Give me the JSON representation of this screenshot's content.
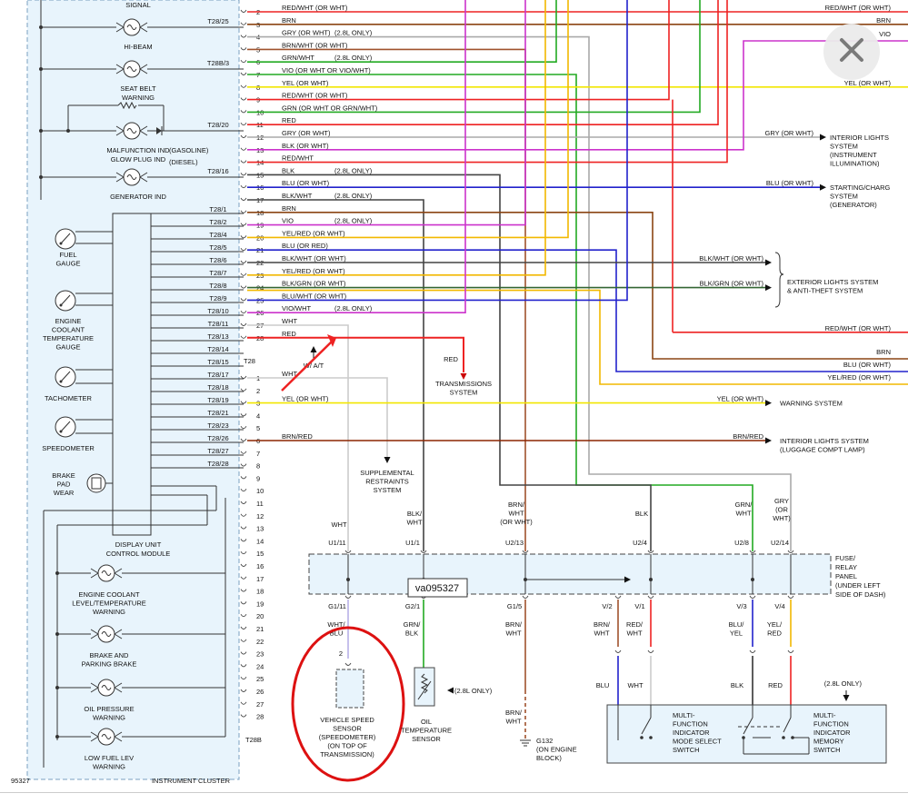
{
  "diagram": {
    "cluster": {
      "title": "INSTRUMENT CLUSTER",
      "footnote": "95327",
      "display_unit": "DISPLAY UNIT\nCONTROL MODULE",
      "lamps": [
        {
          "label": "SIGNAL",
          "pin": ""
        },
        {
          "label": "HI-BEAM",
          "pin": "T28/25"
        },
        {
          "label": "SEAT BELT\nWARNING",
          "pin": "T28B/3"
        },
        {
          "label": "MALFUNCTION IND\nGLOW PLUG IND",
          "pin": "T28/20",
          "notes": "(GASOLINE)\n(DIESEL)"
        },
        {
          "label": "GENERATOR IND",
          "pin": "T28/16"
        }
      ],
      "gauges": [
        "FUEL\nGAUGE",
        "ENGINE\nCOOLANT\nTEMPERATURE\nGAUGE",
        "TACHOMETER",
        "SPEEDOMETER",
        "BRAKE\nPAD\nWEAR"
      ],
      "lower_lamps": [
        "ENGINE COOLANT\nLEVEL/TEMPERATURE\nWARNING",
        "BRAKE AND\nPARKING BRAKE",
        "OIL PRESSURE\nWARNING",
        "LOW FUEL LEV\nWARNING"
      ],
      "t28_pins": [
        "T28/1",
        "T28/2",
        "T28/4",
        "T28/5",
        "T28/6",
        "T28/7",
        "T28/8",
        "T28/9",
        "T28/10",
        "T28/11",
        "T28/13",
        "T28/14",
        "T28/15",
        "T28/17",
        "T28/18",
        "T28/19",
        "T28/21",
        "T28/23",
        "T28/26",
        "T28/27",
        "T28/28"
      ]
    },
    "connector_t28": {
      "label": "T28",
      "wires": [
        {
          "n": "2",
          "label": "RED/WHT (OR WHT)",
          "note": "",
          "color": "#ee2222"
        },
        {
          "n": "3",
          "label": "BRN",
          "note": "",
          "color": "#8b4513"
        },
        {
          "n": "4",
          "label": "GRY (OR WHT)",
          "note": "(2.8L ONLY)",
          "color": "#aaaaaa"
        },
        {
          "n": "5",
          "label": "BRN/WHT (OR WHT)",
          "note": "",
          "color": "#a0522d"
        },
        {
          "n": "6",
          "label": "GRN/WHT",
          "note": "(2.8L ONLY)",
          "color": "#22aa22"
        },
        {
          "n": "7",
          "label": "VIO (OR WHT OR VIO/WHT)",
          "note": "",
          "color": "#cc33cc"
        },
        {
          "n": "8",
          "label": "YEL (OR WHT)",
          "note": "",
          "color": "#f2e600"
        },
        {
          "n": "9",
          "label": "RED/WHT (OR WHT)",
          "note": "",
          "color": "#ee2222"
        },
        {
          "n": "11",
          "label": "RED",
          "note": "",
          "color": "#ee2222"
        },
        {
          "n": "10",
          "label": "GRN (OR WHT OR GRN/WHT)",
          "note": "",
          "color": "#22aa22"
        },
        {
          "n": "12",
          "label": "GRY (OR WHT)",
          "note": "",
          "color": "#aaaaaa"
        },
        {
          "n": "13",
          "label": "BLK (OR WHT)",
          "note": "",
          "color": "#222222"
        },
        {
          "n": "14",
          "label": "RED/WHT",
          "note": "",
          "color": "#ee2222"
        },
        {
          "n": "15",
          "label": "BLK",
          "note": "(2.8L ONLY)",
          "color": "#222222"
        },
        {
          "n": "16",
          "label": "BLU (OR WHT)",
          "note": "",
          "color": "#2222cc"
        },
        {
          "n": "17",
          "label": "BLK/WHT",
          "note": "(2.8L ONLY)",
          "color": "#444444"
        },
        {
          "n": "18",
          "label": "BRN",
          "note": "",
          "color": "#8b4513"
        },
        {
          "n": "19",
          "label": "VIO",
          "note": "(2.8L ONLY)",
          "color": "#cc33cc"
        },
        {
          "n": "20",
          "label": "YEL/RED (OR WHT)",
          "note": "",
          "color": "#f2b800"
        },
        {
          "n": "21",
          "label": "BLU (OR RED)",
          "note": "",
          "color": "#2222cc"
        },
        {
          "n": "22",
          "label": "BLK/WHT (OR WHT)",
          "note": "",
          "color": "#444444"
        },
        {
          "n": "23",
          "label": "YEL/RED (OR WHT)",
          "note": "",
          "color": "#f2b800"
        },
        {
          "n": "24",
          "label": "BLK/GRN (OR WHT)",
          "note": "",
          "color": "#336633"
        },
        {
          "n": "25",
          "label": "BLU/WHT (OR WHT)",
          "note": "",
          "color": "#2222cc"
        },
        {
          "n": "26",
          "label": "VIO/WHT",
          "note": "(2.8L ONLY)",
          "color": "#cc33cc"
        },
        {
          "n": "27",
          "label": "WHT",
          "note": "",
          "color": "#cccccc"
        },
        {
          "n": "28",
          "label": "RED",
          "note": "",
          "color": "#ee2222"
        }
      ],
      "note_wat": "W/ A/T"
    },
    "connector_t28b": {
      "label": "T28B",
      "pins": [
        "1",
        "2",
        "3",
        "4",
        "5",
        "6",
        "7",
        "8",
        "9",
        "10",
        "11",
        "12",
        "13",
        "14",
        "15",
        "16",
        "17",
        "18",
        "19",
        "20",
        "21",
        "22",
        "23",
        "24",
        "25",
        "26",
        "27",
        "28"
      ],
      "wires": [
        {
          "n": "1",
          "label": "WHT"
        },
        {
          "n": "3",
          "label": "YEL (OR WHT)"
        },
        {
          "n": "6",
          "label": "BRN/RED"
        }
      ]
    },
    "right_labels": {
      "top": [
        {
          "text": "RED/WHT (OR WHT)"
        },
        {
          "text": "BRN"
        },
        {
          "text": "VIO"
        },
        {
          "text": "YEL (OR WHT)"
        }
      ],
      "interior_lights": {
        "wire": "GRY (OR WHT)",
        "dest": "INTERIOR LIGHTS\nSYSTEM\n(INSTRUMENT\nILLUMINATION)"
      },
      "starting": {
        "wire": "BLU (OR WHT)",
        "dest": "STARTING/CHARG\nSYSTEM\n(GENERATOR)"
      },
      "exterior": {
        "wire1": "BLK/WHT (OR WHT)",
        "wire2": "BLK/GRN (OR WHT)",
        "dest": "EXTERIOR LIGHTS SYSTEM\n& ANTI-THEFT SYSTEM"
      },
      "mid": [
        {
          "text": "RED/WHT (OR WHT)"
        },
        {
          "text": "BRN"
        },
        {
          "text": "BLU (OR WHT)"
        },
        {
          "text": "YEL/RED (OR WHT)"
        }
      ],
      "warning": {
        "wire": "YEL (OR WHT)",
        "dest": "WARNING SYSTEM"
      },
      "luggage": {
        "wire": "BRN/RED",
        "dest": "INTERIOR LIGHTS SYSTEM\n(LUGGAGE COMPT LAMP)"
      }
    },
    "transmissions": {
      "wire": "RED",
      "dest": "TRANSMISSIONS\nSYSTEM"
    },
    "supplemental": "SUPPLEMENTAL\nRESTRAINTS\nSYSTEM",
    "fuse_panel": {
      "label": "FUSE/\nRELAY\nPANEL\n(UNDER LEFT\nSIDE OF DASH)",
      "top_wires": [
        {
          "label": "WHT",
          "pin": "U1/11"
        },
        {
          "label": "BLK/\nWHT",
          "pin": "U1/1"
        },
        {
          "label": "BRN/\nWHT\n(OR WHT)",
          "pin": "U2/13"
        },
        {
          "label": "BLK",
          "pin": "U2/4"
        },
        {
          "label": "GRN/\nWHT",
          "pin": "U2/8"
        },
        {
          "label": "GRY\n(OR\nWHT)",
          "pin": "U2/14"
        }
      ],
      "bottom_pins": [
        "G1/11",
        "G2/1",
        "G1/5",
        "V/2",
        "V/1",
        "V/3",
        "V/4"
      ]
    },
    "tooltip": "va095327",
    "sensors": {
      "vss": {
        "wire": "WHT/\nBLU",
        "pin": "2",
        "label": "VEHICLE SPEED\nSENSOR\n(SPEEDOMETER)\n(ON TOP OF\nTRANSMISSION)"
      },
      "oil": {
        "wire": "GRN/\nBLK",
        "note": "(2.8L ONLY)",
        "label": "OIL\nTEMPERATURE\nSENSOR"
      },
      "ground": {
        "wire": "BRN/\nWHT",
        "wire2": "BRN/\nWHT",
        "label": "G132\n(ON ENGINE\nBLOCK)"
      }
    },
    "switch": {
      "wires_top": [
        "BRN/\nWHT",
        "RED/\nWHT",
        "BLU/\nYEL",
        "YEL/\nRED"
      ],
      "wires_bottom": [
        "BLU",
        "WHT",
        "BLK",
        "RED"
      ],
      "note": "(2.8L ONLY)",
      "mode": "MULTI-\nFUNCTION\nINDICATOR\nMODE SELECT\nSWITCH",
      "memory": "MULTI-\nFUNCTION\nINDICATOR\nMEMORY\nSWITCH"
    }
  },
  "ui": {
    "close_icon": "close-icon"
  }
}
